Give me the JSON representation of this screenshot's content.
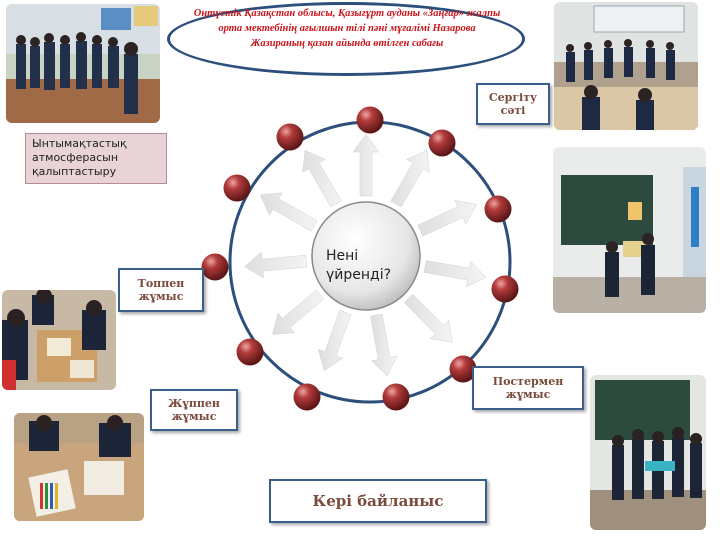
{
  "slide": {
    "title": "Оңтүстік Қазақстан облысы, Қазығұрт ауданы «Заңғар» жалпы орта мектебінің ағылшын тілі пәні мұғалімі Назарова Жазираның қазан айында өтілген сабағы",
    "info_box": "Ынтымақтастық атмосферасын қалыптастыру",
    "center": "Нені үйренді?",
    "labels": {
      "sergitu": "Сергіту сәті",
      "toppen": "Топпен жұмыс",
      "juppen": "Жұппен жұмыс",
      "postermen": "Постермен жұмыс",
      "feedback": "Кері байланыс"
    }
  },
  "colors": {
    "title_text": "#c8161d",
    "ring": "#2c4f7c",
    "bead": "#9b2a2a",
    "label_text": "#7a4b3a",
    "info_bg": "#e8d3d7"
  }
}
